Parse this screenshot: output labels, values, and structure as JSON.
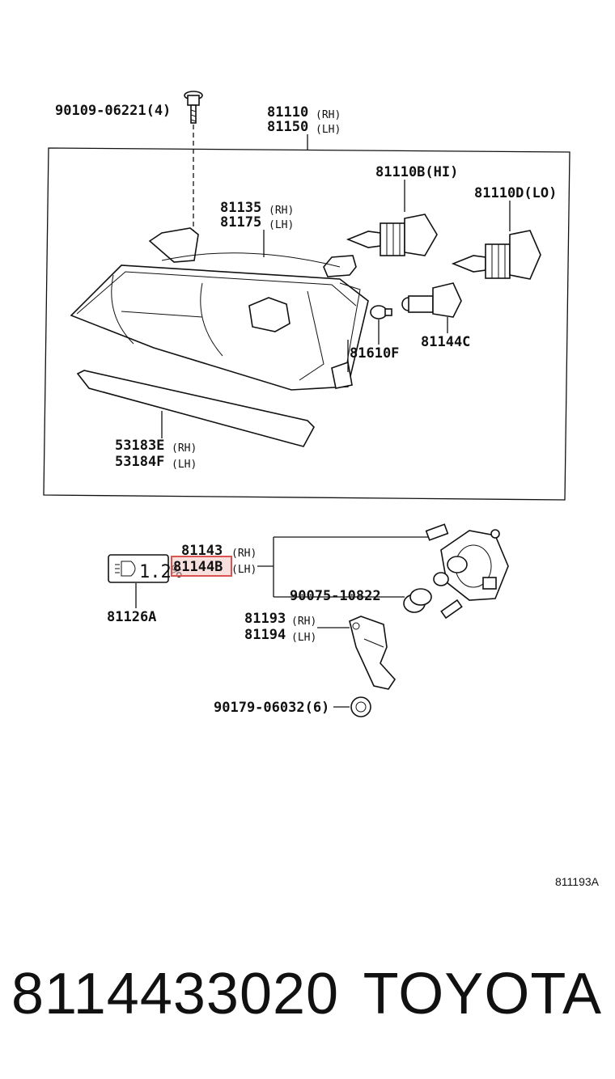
{
  "callouts": {
    "screw": "90109-06221(4)",
    "unit_rh": "81110",
    "unit_rh_sfx": "(RH)",
    "unit_lh": "81150",
    "unit_lh_sfx": "(LH)",
    "bulb_hi": "81110B(HI)",
    "bulb_lo": "81110D(LO)",
    "housing_rh": "81135",
    "housing_rh_sfx": "(RH)",
    "housing_lh": "81175",
    "housing_lh_sfx": "(LH)",
    "small_bulb": "81610F",
    "socket": "81144C",
    "molding_rh": "53183E",
    "molding_rh_sfx": "(RH)",
    "molding_lh": "53184F",
    "molding_lh_sfx": "(LH)",
    "leveling_rh": "81143",
    "leveling_rh_sfx": "(RH)",
    "leveling_lh": "81144B",
    "leveling_lh_sfx": "(LH)",
    "nut": "90075-10822",
    "label_part": "81126A",
    "label_text": "1.2%",
    "bracket_rh": "81193",
    "bracket_rh_sfx": "(RH)",
    "bracket_lh": "81194",
    "bracket_lh_sfx": "(LH)",
    "bolt": "90179-06032(6)"
  },
  "image_code": "811193A",
  "part_number": "8114433020",
  "brand": "TOYOTA",
  "colors": {
    "highlight": "#d9534f",
    "ink": "#111111"
  }
}
